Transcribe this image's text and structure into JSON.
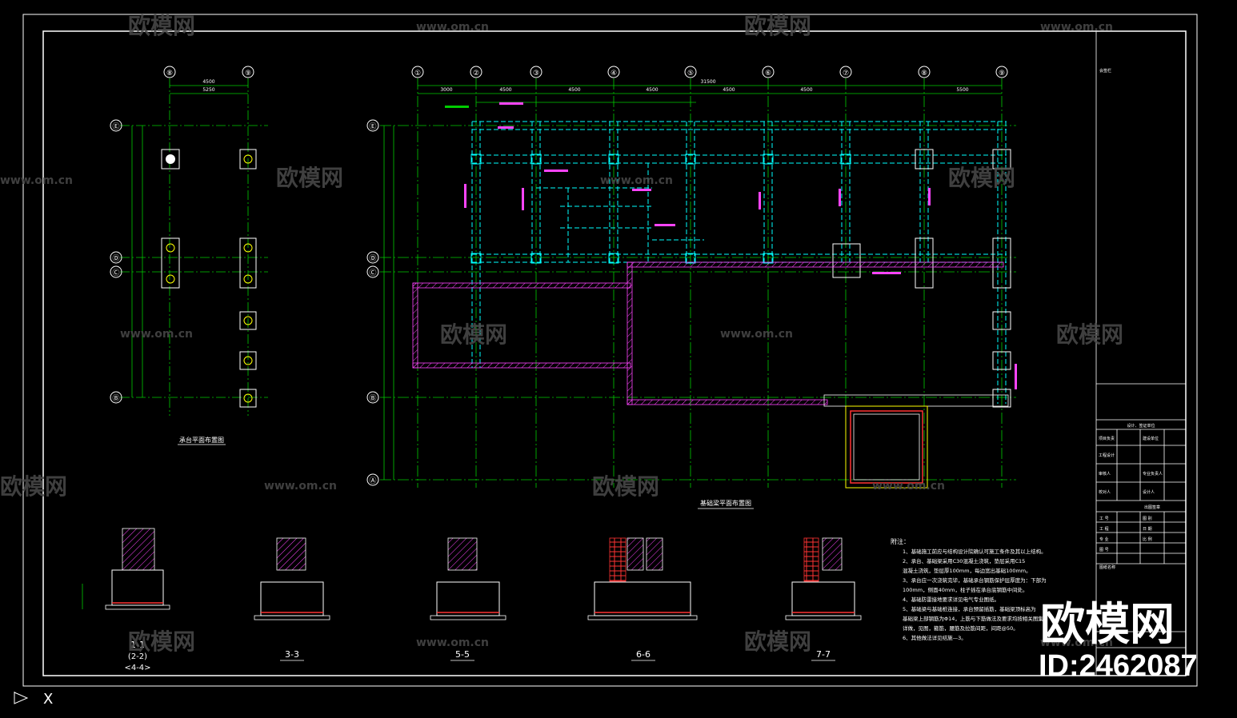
{
  "watermark": {
    "brand": "欧模网",
    "url": "www.om.cn",
    "id_label": "ID:2462087"
  },
  "plans": {
    "pile_cap_plan_title": "承台平面布置图",
    "foundation_beam_plan_title": "基础梁平面布置图",
    "grid_cols_main": [
      "①",
      "②",
      "③",
      "④",
      "⑤",
      "⑥",
      "⑦",
      "⑧",
      "⑨"
    ],
    "grid_cols_small": [
      "⑧",
      "⑨"
    ],
    "grid_rows": [
      "Ⓔ",
      "Ⓓ",
      "Ⓒ",
      "Ⓑ",
      "Ⓐ"
    ],
    "overall_dim": "31500",
    "bay_dims": [
      "3000",
      "4500",
      "4500",
      "4500",
      "4500",
      "4500",
      "5500"
    ],
    "small_dim_top": "4500",
    "small_dim_top2": "5250"
  },
  "sections": [
    {
      "label": "1-1",
      "sub": "(2-2)",
      "sub2": "<4-4>"
    },
    {
      "label": "3-3"
    },
    {
      "label": "5-5"
    },
    {
      "label": "6-6"
    },
    {
      "label": "7-7"
    }
  ],
  "notes": {
    "heading": "附注：",
    "lines": [
      "1、基础施工前应与结构设计院确认可施工条件及其以上结构。",
      "2、承台、基础梁采用C30混凝土浇筑，垫层采用C15",
      "   混凝土浇筑，垫层厚100mm，每边宽出基础100mm。",
      "3、承台应一次浇筑完毕，基础承台钢筋保护层厚度为：下部为",
      "   100mm，侧面40mm，柱子插在承台底钢筋中间处。",
      "4、基础防雷接地要求详见电气专业图纸。",
      "5、基础梁与基础桩连接，承台预留插筋，基础梁顶标高为",
      "   基础梁上部钢筋为Φ14，上筋与下筋做法及要求均按相关图集",
      "   详做，见图，箍筋，腰筋及拉筋间距，间距@50。",
      "6、其他做法详见结施—3。"
    ]
  },
  "title_block": {
    "top_label": "会签栏",
    "rows": [
      "设计、签证单位",
      "项目负责",
      "工程设计",
      "审核人",
      "校对人"
    ],
    "right": [
      "建设单位",
      "",
      "专业负责人",
      "设计人"
    ],
    "mid_header": "出图签章",
    "mid_rows": [
      "工  号",
      "工  程",
      "专  业",
      "图  号"
    ],
    "mid_right": [
      "图  别",
      "日  期",
      "比  例",
      ""
    ],
    "bottom_label": "图纸名称"
  },
  "colors": {
    "grid_line": "#00cc00",
    "dim": "#00cc00",
    "beam": "#00ffff",
    "hatch": "#ff44ff",
    "annotation": "#ff44ff",
    "frame": "#ffffff",
    "brick": "#ff3333",
    "text": "#ffffff"
  },
  "cad": {
    "axis_symbol": "X"
  }
}
